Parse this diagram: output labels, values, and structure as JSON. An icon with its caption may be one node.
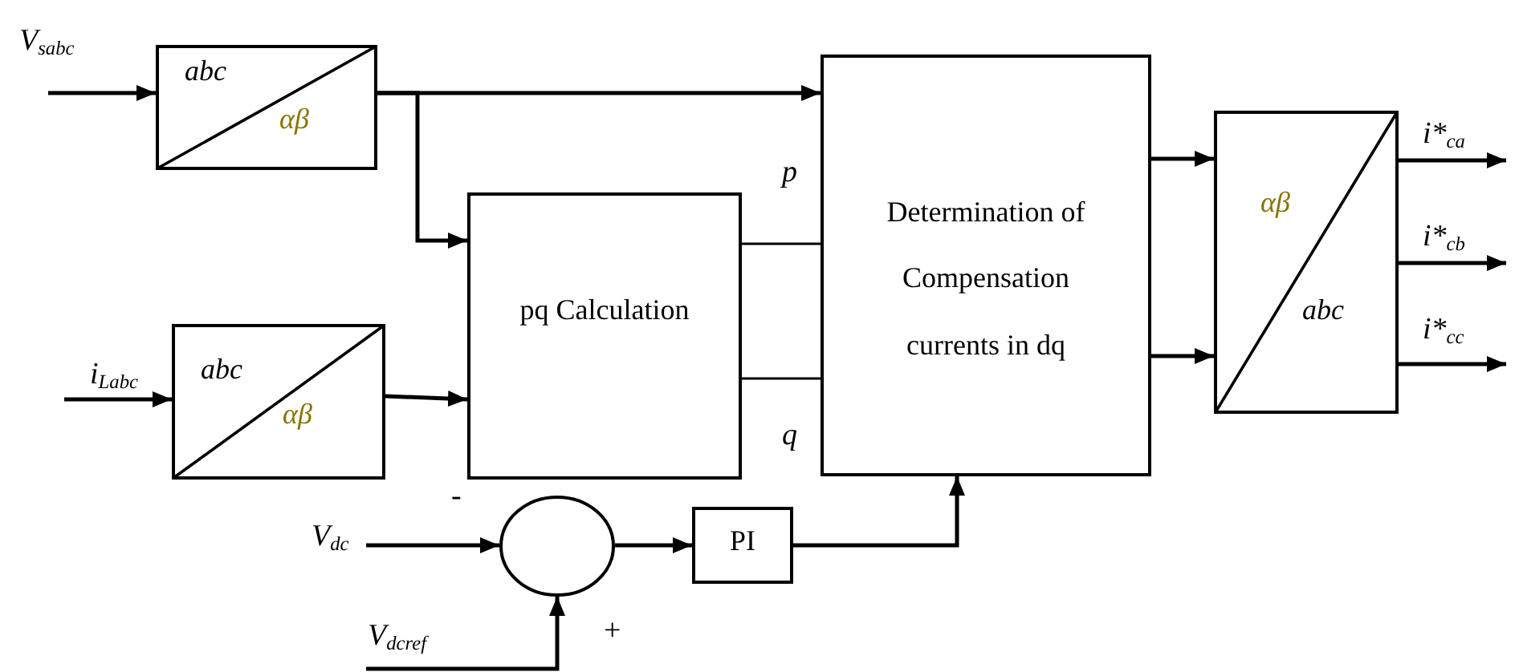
{
  "diagram": {
    "nodes": [
      {
        "text": [
          "abc",
          "αβ"
        ]
      },
      {
        "text": [
          "abc",
          "αβ"
        ]
      },
      {
        "text": [
          "pq Calculation"
        ]
      },
      {
        "text": [
          "Determination of Compensation currents in dq"
        ]
      },
      {
        "text": [
          "αβ",
          "abc"
        ]
      },
      {
        "text": [],
        "shape": "circle"
      },
      {
        "text": [
          "PI"
        ]
      }
    ],
    "edges": [
      {
        "from": null,
        "to": 0,
        "arrow": "to"
      },
      {
        "from": null,
        "to": 1,
        "arrow": "to"
      },
      {
        "from": 0,
        "to": 3,
        "arrow": "to"
      },
      {
        "from": 0,
        "to": 2,
        "arrow": "to"
      },
      {
        "from": 1,
        "to": 2,
        "arrow": "to"
      },
      {
        "from": 2,
        "to": 3,
        "arrow": "none",
        "label": "p"
      },
      {
        "from": 2,
        "to": 3,
        "arrow": "none",
        "label": "q"
      },
      {
        "from": 3,
        "to": 4,
        "arrow": "to"
      },
      {
        "from": 3,
        "to": 4,
        "arrow": "to"
      },
      {
        "from": 4,
        "to": null,
        "arrow": "to"
      },
      {
        "from": 4,
        "to": null,
        "arrow": "to"
      },
      {
        "from": 4,
        "to": null,
        "arrow": "to"
      },
      {
        "from": null,
        "to": 5,
        "arrow": "to"
      },
      {
        "from": null,
        "to": 5,
        "arrow": "to"
      },
      {
        "from": 5,
        "to": 6,
        "arrow": "to"
      },
      {
        "from": 6,
        "to": 3,
        "arrow": "to"
      }
    ],
    "labels": [
      "V$_{sabc}$",
      "i$_{Labc}$",
      "i*$_{ca}$",
      "i*$_{cb}$",
      "i*$_{cc}$",
      "-",
      "V$_{dc}$",
      "+",
      "V$_{dcref}$"
    ]
  }
}
